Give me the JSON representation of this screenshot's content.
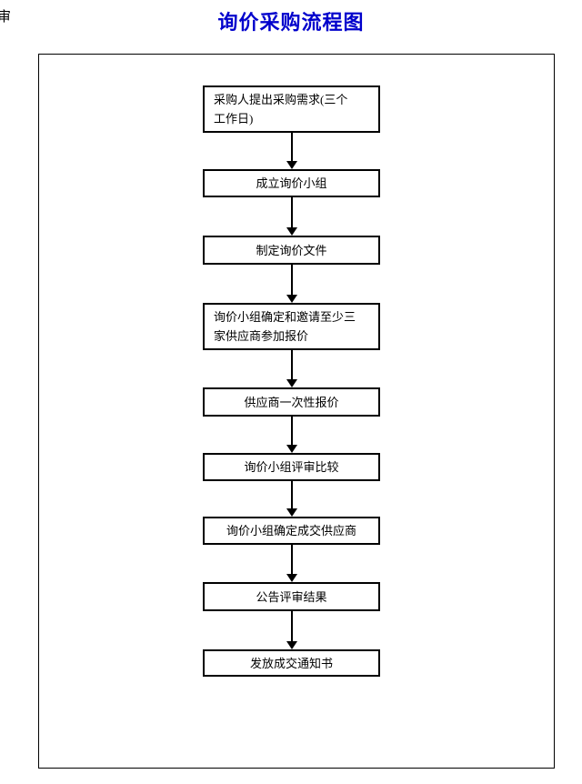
{
  "page": {
    "corner_mark": "审",
    "title": "询价采购流程图"
  },
  "colors": {
    "title": "#0000cc",
    "line": "#000000",
    "background": "#ffffff"
  },
  "flowchart": {
    "steps": [
      {
        "label": "采购人提出采购需求(三个\n工作日)"
      },
      {
        "label": "成立询价小组"
      },
      {
        "label": "制定询价文件"
      },
      {
        "label": "询价小组确定和邀请至少三\n家供应商参加报价"
      },
      {
        "label": "供应商一次性报价"
      },
      {
        "label": "询价小组评审比较"
      },
      {
        "label": "询价小组确定成交供应商"
      },
      {
        "label": "公告评审结果"
      },
      {
        "label": "发放成交通知书"
      }
    ]
  }
}
